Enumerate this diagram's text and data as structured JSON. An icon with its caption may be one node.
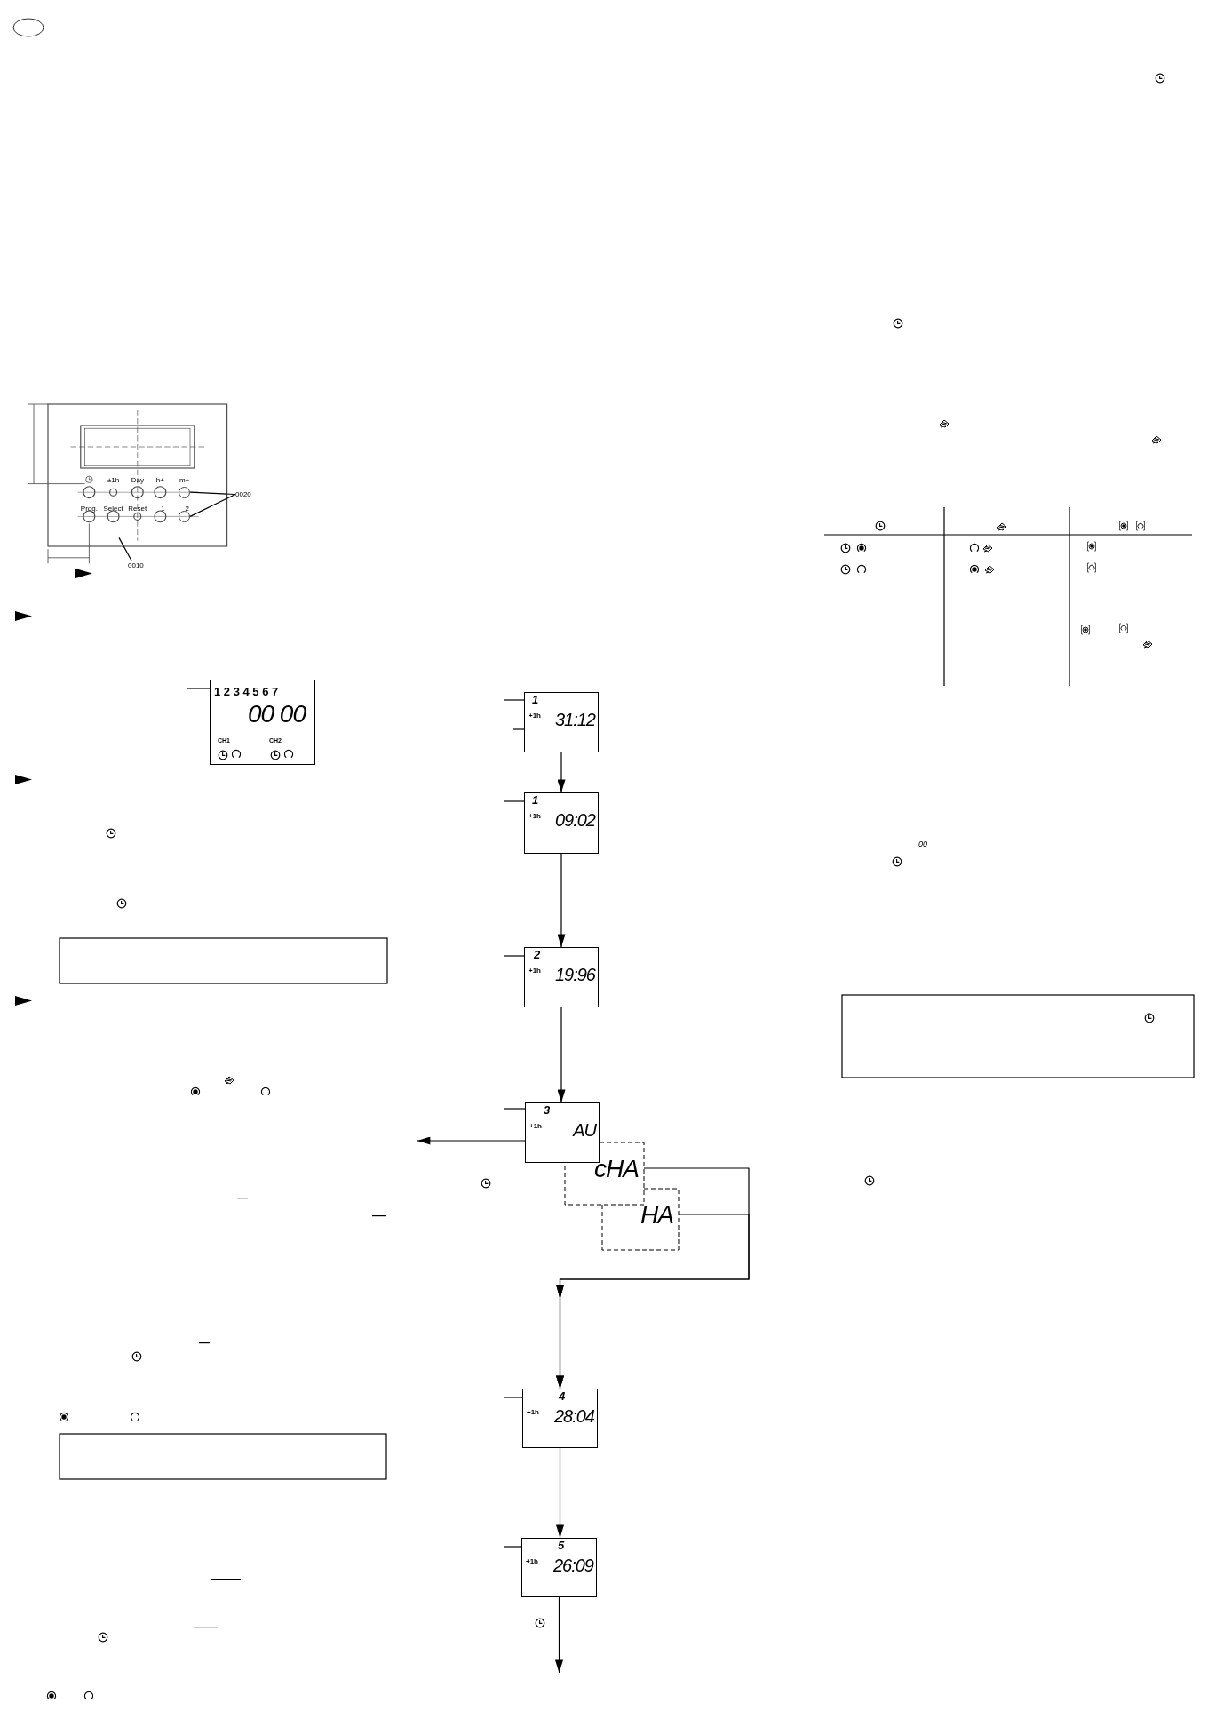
{
  "diagram": {
    "nodes": [
      {
        "text": [
          "0020"
        ]
      },
      {
        "text": [
          "0010"
        ]
      },
      {
        "text": [
          "1 2 3 4 5 6 7",
          "00 00",
          "CH1",
          "CH2"
        ]
      },
      {
        "text": [
          "1",
          "+1h",
          "31:12"
        ]
      },
      {
        "text": [
          "1",
          "+1h",
          "09:02"
        ]
      },
      {
        "text": [
          "2",
          "+1h",
          "19:96"
        ]
      },
      {
        "text": [
          "3",
          "+1h",
          "AU"
        ]
      },
      {
        "text": [
          "cHA"
        ]
      },
      {
        "text": [
          "HA"
        ]
      },
      {
        "text": [
          "4",
          "+1h",
          "28:04"
        ]
      },
      {
        "text": [
          "5",
          "+1h",
          "26:09"
        ]
      },
      {
        "text": [],
        "shape": "circle"
      },
      {
        "text": [],
        "shape": "circle"
      }
    ],
    "edges": [
      {
        "from": 0,
        "to": 11,
        "arrow": "none"
      },
      {
        "from": 0,
        "to": 12,
        "arrow": "none"
      },
      {
        "from": 1,
        "to": null,
        "arrow": "none"
      },
      {
        "from": null,
        "to": 2,
        "arrow": "none"
      },
      {
        "from": null,
        "to": 3,
        "arrow": "none"
      },
      {
        "from": null,
        "to": 3,
        "arrow": "none"
      },
      {
        "from": 3,
        "to": 4,
        "arrow": "to"
      },
      {
        "from": null,
        "to": 4,
        "arrow": "none"
      },
      {
        "from": 4,
        "to": 5,
        "arrow": "to"
      },
      {
        "from": null,
        "to": 5,
        "arrow": "none"
      },
      {
        "from": 5,
        "to": 6,
        "arrow": "to"
      },
      {
        "from": null,
        "to": 6,
        "arrow": "none"
      },
      {
        "from": 6,
        "to": null,
        "arrow": "to"
      },
      {
        "from": 7,
        "to": 9,
        "arrow": "to"
      },
      {
        "from": 8,
        "to": 9,
        "arrow": "to"
      },
      {
        "from": null,
        "to": 9,
        "arrow": "none"
      },
      {
        "from": 9,
        "to": 10,
        "arrow": "to"
      },
      {
        "from": null,
        "to": 10,
        "arrow": "none"
      },
      {
        "from": 10,
        "to": null,
        "arrow": "to"
      }
    ],
    "labels": [
      "±1h",
      "Day",
      "h+",
      "m+",
      "Prog.",
      "Select",
      "Reset",
      "1",
      "2",
      "00"
    ]
  }
}
